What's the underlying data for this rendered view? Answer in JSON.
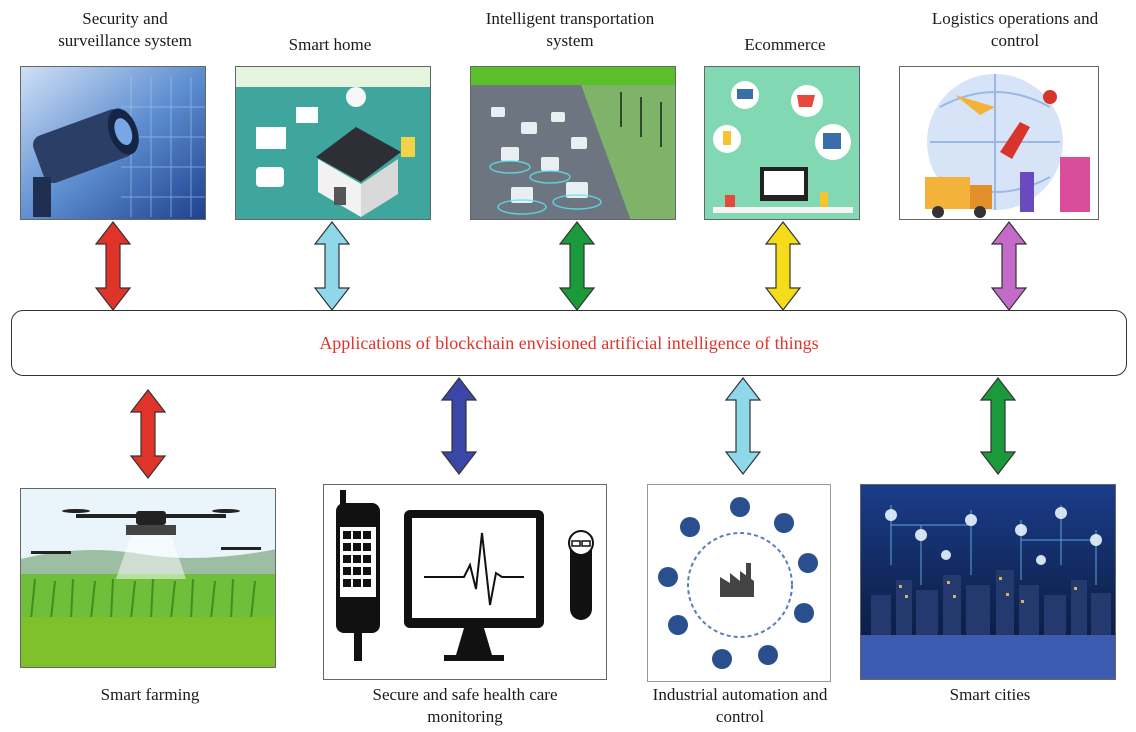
{
  "center": {
    "text": "Applications of blockchain envisioned artificial intelligence of things"
  },
  "top_labels": {
    "security": [
      "Security and",
      "surveillance system"
    ],
    "smart_home": "Smart home",
    "transport": [
      "Intelligent transportation",
      "system"
    ],
    "ecommerce": "Ecommerce",
    "logistics": [
      "Logistics operations and",
      "control"
    ]
  },
  "bottom_labels": {
    "farming": "Smart farming",
    "health": [
      "Secure and safe health care",
      "monitoring"
    ],
    "industrial": [
      "Industrial automation and",
      "control"
    ],
    "cities": "Smart cities"
  },
  "colors": {
    "red": "#e0342b",
    "light_blue": "#8fd8ea",
    "green": "#1a9a3a",
    "yellow": "#f5dc1a",
    "purple": "#c46ac8",
    "navy": "#3a47a8",
    "label_red": "#e0342b"
  }
}
